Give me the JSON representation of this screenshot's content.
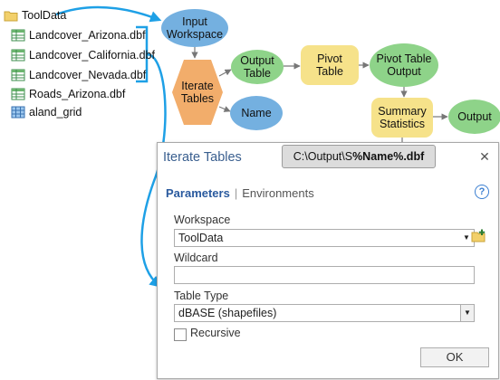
{
  "tree": {
    "root": "ToolData",
    "items": [
      {
        "label": "Landcover_Arizona.dbf",
        "icon": "table-icon"
      },
      {
        "label": "Landcover_California.dbf",
        "icon": "table-icon"
      },
      {
        "label": "Landcover_Nevada.dbf",
        "icon": "table-icon"
      },
      {
        "label": "Roads_Arizona.dbf",
        "icon": "table-icon"
      },
      {
        "label": "aland_grid",
        "icon": "raster-icon"
      }
    ]
  },
  "model": {
    "input_workspace": "Input Workspace",
    "iterate_tables": "Iterate Tables",
    "output_table": "Output Table",
    "name": "Name",
    "pivot_table": "Pivot Table",
    "pivot_table_output": "Pivot Table Output",
    "summary_statistics": "Summary Statistics",
    "output": "Output"
  },
  "tooltip": {
    "prefix": "C:\\Output\\S",
    "variable": "%Name%.dbf"
  },
  "dialog": {
    "title": "Iterate Tables",
    "tabs": {
      "parameters": "Parameters",
      "separator": "|",
      "environments": "Environments"
    },
    "workspace": {
      "label": "Workspace",
      "value": "ToolData"
    },
    "wildcard": {
      "label": "Wildcard",
      "value": ""
    },
    "table_type": {
      "label": "Table Type",
      "value": "dBASE (shapefiles)"
    },
    "recursive": {
      "label": "Recursive",
      "checked": false
    },
    "ok_label": "OK"
  },
  "colors": {
    "variable_oval": "#74b0e0",
    "output_oval": "#8ed389",
    "tool_rect": "#f6e28a",
    "iterator_hex": "#f2ad6b",
    "arrow_blue": "#1ea0e6"
  }
}
